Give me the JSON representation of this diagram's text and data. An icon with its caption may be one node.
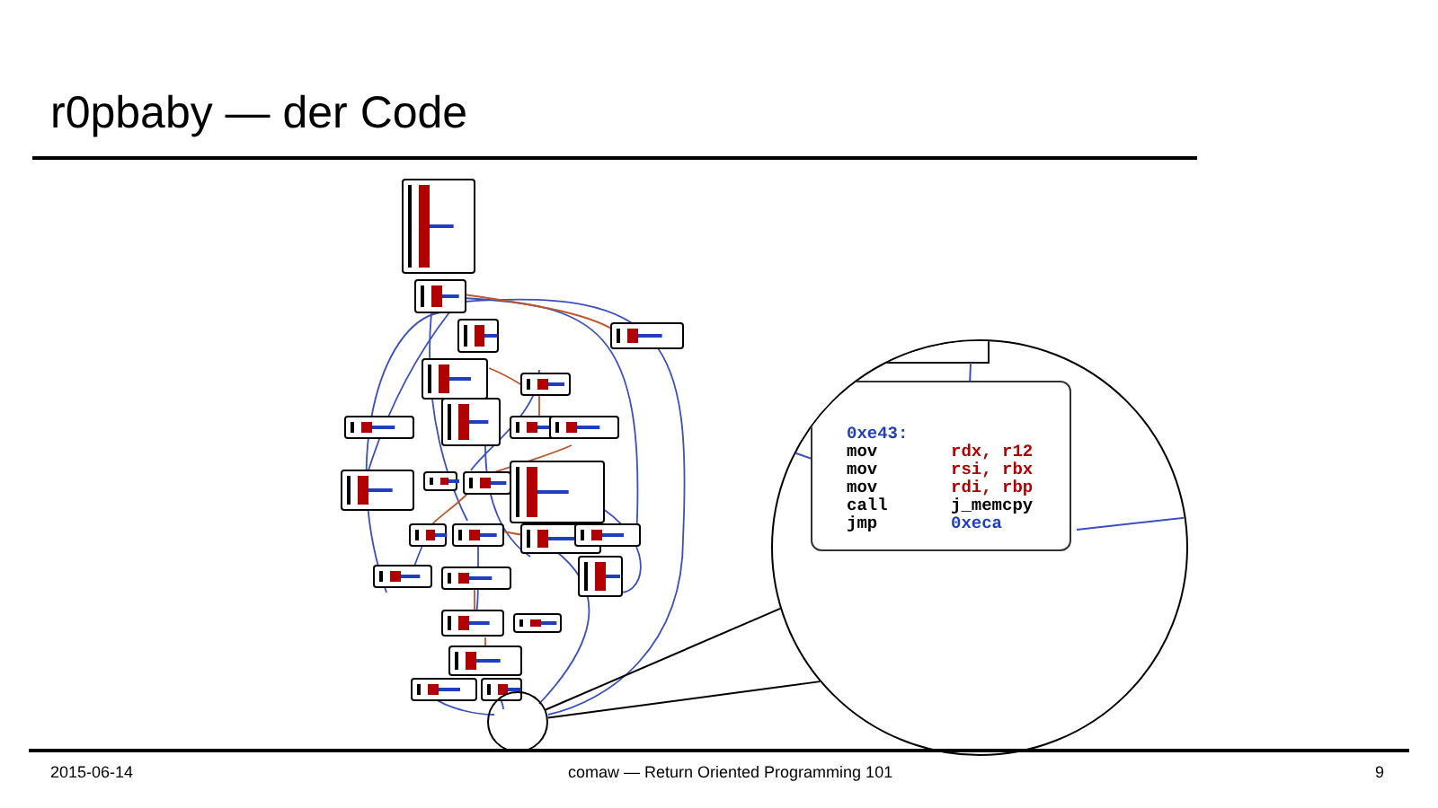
{
  "diagram": {
    "title": "r0pbaby — der Code",
    "nodes": [
      {
        "text": [],
        "shape": "circle"
      },
      {
        "text": [],
        "shape": "circle"
      },
      {
        "text": [
          "0xe43:",
          "mov",
          "rdx, r12",
          "mov",
          "rsi, rbx",
          "mov",
          "rdi, rbp",
          "call",
          "j_memcpy",
          "jmp",
          "0xeca"
        ],
        "in": 1
      }
    ],
    "edges": [
      {
        "from": 0,
        "to": 1,
        "arrow": "none"
      },
      {
        "from": 0,
        "to": 1,
        "arrow": "none"
      }
    ],
    "labels": [
      "2015-06-14",
      "comaw — Return Oriented Programming 101",
      "9"
    ]
  }
}
